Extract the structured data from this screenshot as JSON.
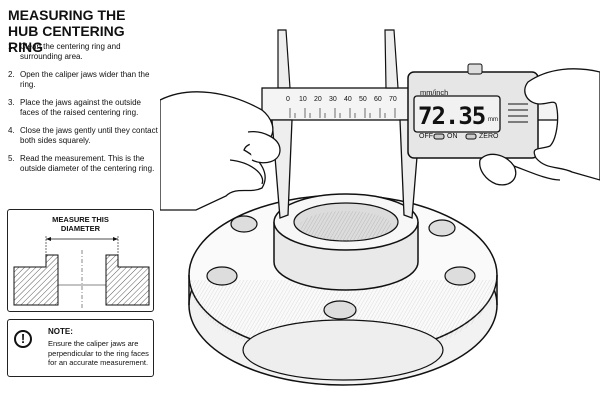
{
  "title": "MEASURING THE HUB CENTERING RING",
  "steps": [
    {
      "num": "1.",
      "text": "Clean the centering ring and surrounding area."
    },
    {
      "num": "2.",
      "text": "Open the caliper jaws wider than the ring."
    },
    {
      "num": "3.",
      "text": "Place the jaws against the outside faces of the raised centering ring."
    },
    {
      "num": "4.",
      "text": "Close the jaws gently until they contact both sides squarely."
    },
    {
      "num": "5.",
      "text": "Read the measurement. This is the outside diameter of the centering ring."
    }
  ],
  "cross_section": {
    "title_line1": "MEASURE THIS",
    "title_line2": "DIAMETER"
  },
  "note": {
    "title": "NOTE:",
    "text": "Ensure the caliper jaws are perpendicular to the ring faces for an accurate measurement.",
    "icon": "exclamation-icon"
  },
  "caliper": {
    "scale_labels": [
      "0",
      "10",
      "20",
      "30",
      "40",
      "50",
      "60",
      "70"
    ],
    "unit_label": "mm/inch",
    "reading": "72.35",
    "reading_unit": "mm",
    "button_off": "OFF",
    "button_on": "ON",
    "button_zero": "ZERO"
  }
}
